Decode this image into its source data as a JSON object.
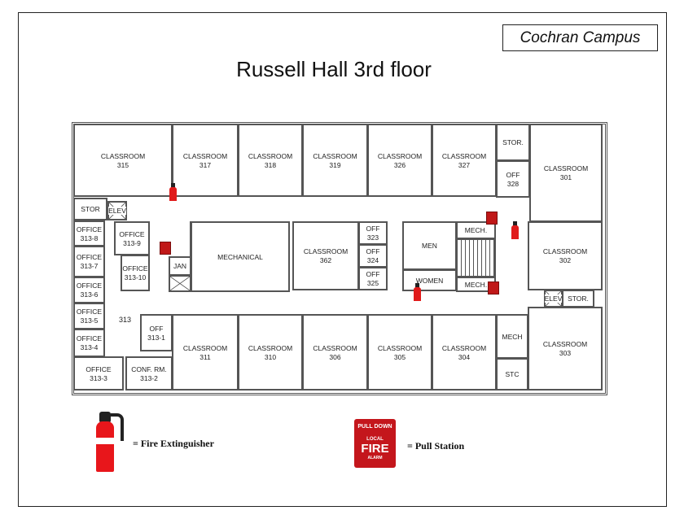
{
  "campus_label": "Cochran Campus",
  "title": "Russell Hall 3rd floor",
  "rooms": [
    {
      "key": "c315",
      "name": "CLASSROOM",
      "number": "315"
    },
    {
      "key": "c317",
      "name": "CLASSROOM",
      "number": "317"
    },
    {
      "key": "c318",
      "name": "CLASSROOM",
      "number": "318"
    },
    {
      "key": "c319",
      "name": "CLASSROOM",
      "number": "319"
    },
    {
      "key": "c326",
      "name": "CLASSROOM",
      "number": "326"
    },
    {
      "key": "c327",
      "name": "CLASSROOM",
      "number": "327"
    },
    {
      "key": "stor1",
      "name": "STOR.",
      "number": ""
    },
    {
      "key": "off328",
      "name": "OFF",
      "number": "328"
    },
    {
      "key": "c301",
      "name": "CLASSROOM",
      "number": "301"
    },
    {
      "key": "stor2",
      "name": "STOR",
      "number": ""
    },
    {
      "key": "elev1",
      "name": "ELEV",
      "number": ""
    },
    {
      "key": "o3138",
      "name": "OFFICE",
      "number": "313-8"
    },
    {
      "key": "o3137",
      "name": "OFFICE",
      "number": "313-7"
    },
    {
      "key": "o3136",
      "name": "OFFICE",
      "number": "313-6"
    },
    {
      "key": "o3135",
      "name": "OFFICE",
      "number": "313-5"
    },
    {
      "key": "o3134",
      "name": "OFFICE",
      "number": "313-4"
    },
    {
      "key": "o3133",
      "name": "OFFICE",
      "number": "313-3"
    },
    {
      "key": "o3139",
      "name": "OFFICE",
      "number": "313-9"
    },
    {
      "key": "o31310",
      "name": "OFFICE",
      "number": "313-10"
    },
    {
      "key": "o3131",
      "name": "OFF",
      "number": "313-1"
    },
    {
      "key": "conf",
      "name": "CONF. RM.",
      "number": "313-2"
    },
    {
      "key": "stair1",
      "name": "",
      "number": ""
    },
    {
      "key": "jan",
      "name": "JAN",
      "number": ""
    },
    {
      "key": "shaft1",
      "name": "",
      "number": ""
    },
    {
      "key": "mech1",
      "name": "MECHANICAL",
      "number": ""
    },
    {
      "key": "c362",
      "name": "CLASSROOM",
      "number": "362"
    },
    {
      "key": "off323",
      "name": "OFF",
      "number": "323"
    },
    {
      "key": "off324",
      "name": "OFF",
      "number": "324"
    },
    {
      "key": "off325",
      "name": "OFF",
      "number": "325"
    },
    {
      "key": "men",
      "name": "MEN",
      "number": ""
    },
    {
      "key": "women",
      "name": "WOMEN",
      "number": ""
    },
    {
      "key": "mech2",
      "name": "MECH.",
      "number": ""
    },
    {
      "key": "stair2",
      "name": "",
      "number": ""
    },
    {
      "key": "mech3",
      "name": "MECH.",
      "number": ""
    },
    {
      "key": "c302",
      "name": "CLASSROOM",
      "number": "302"
    },
    {
      "key": "elev2",
      "name": "ELEV",
      "number": ""
    },
    {
      "key": "stor3",
      "name": "STOR.",
      "number": ""
    },
    {
      "key": "c311",
      "name": "CLASSROOM",
      "number": "311"
    },
    {
      "key": "c310",
      "name": "CLASSROOM",
      "number": "310"
    },
    {
      "key": "c306",
      "name": "CLASSROOM",
      "number": "306"
    },
    {
      "key": "c305",
      "name": "CLASSROOM",
      "number": "305"
    },
    {
      "key": "c304",
      "name": "CLASSROOM",
      "number": "304"
    },
    {
      "key": "mech4",
      "name": "MECH",
      "number": ""
    },
    {
      "key": "stc",
      "name": "STC",
      "number": ""
    },
    {
      "key": "c303",
      "name": "CLASSROOM",
      "number": "303"
    }
  ],
  "suite_label": "313",
  "legend": {
    "extinguisher_label": "= Fire Extinguisher",
    "pull_station_label": "= Pull Station",
    "pull_sign": {
      "line1": "PULL DOWN",
      "line2": "LOCAL",
      "line3": "FIRE",
      "line4": "ALARM"
    }
  },
  "colors": {
    "extinguisher": "#e01b1b",
    "pull_station": "#c4161c",
    "walls": "#555555"
  }
}
